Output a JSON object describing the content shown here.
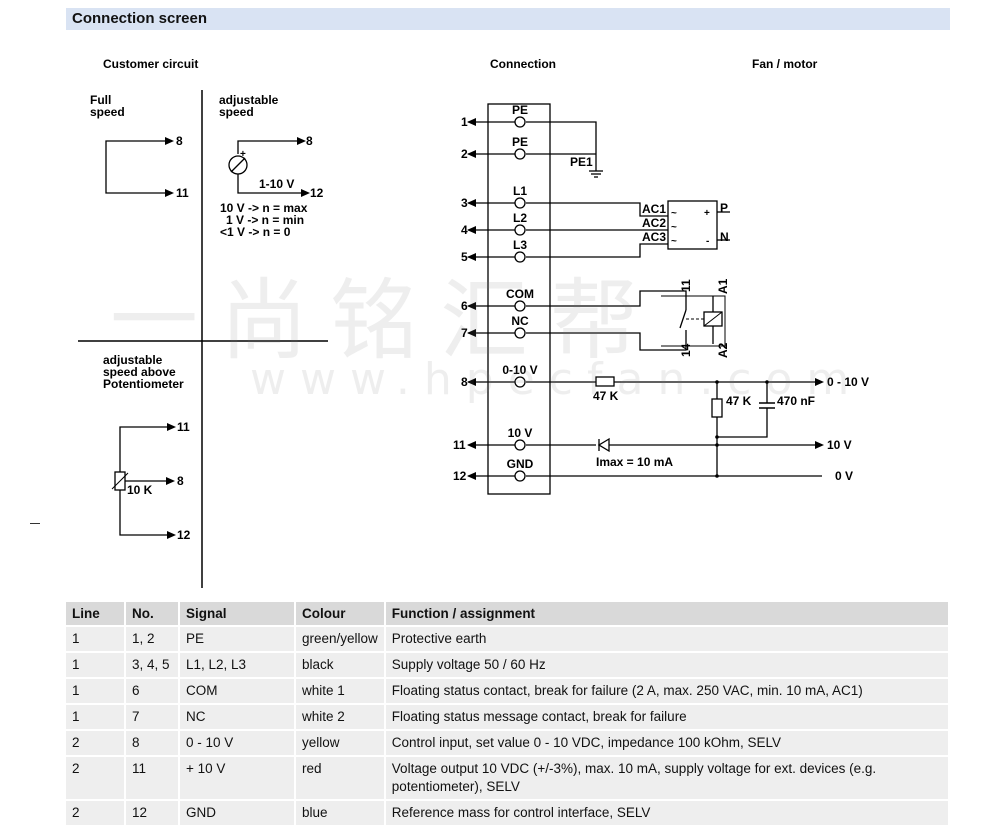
{
  "page_title": "Connection screen",
  "sections": {
    "customer_circuit": "Customer circuit",
    "connection": "Connection",
    "fan_motor": "Fan / motor"
  },
  "circuits": {
    "full_speed": {
      "label_line1": "Full",
      "label_line2": "speed",
      "terminals": [
        "8",
        "11"
      ]
    },
    "adjustable_speed": {
      "label_line1": "adjustable",
      "label_line2": "speed",
      "voltage": "1-10 V",
      "plus": "+",
      "terminals": [
        "8",
        "12"
      ],
      "notes": [
        "10 V -> n = max",
        "1 V -> n = min",
        "<1 V -> n = 0"
      ]
    },
    "potentiometer": {
      "label_line1": "adjustable",
      "label_line2": "speed above",
      "label_line3": "Potentiometer",
      "value": "10 K",
      "terminals": [
        "11",
        "8",
        "12"
      ]
    }
  },
  "connection": {
    "terminals": [
      {
        "num": "1",
        "label": "PE"
      },
      {
        "num": "2",
        "label": "PE"
      },
      {
        "num": "3",
        "label": "L1"
      },
      {
        "num": "4",
        "label": "L2"
      },
      {
        "num": "5",
        "label": "L3"
      },
      {
        "num": "6",
        "label": "COM"
      },
      {
        "num": "7",
        "label": "NC"
      },
      {
        "num": "8",
        "label": "0-10 V"
      },
      {
        "num": "11",
        "label": "10 V"
      },
      {
        "num": "12",
        "label": "GND"
      }
    ],
    "pe1": "PE1",
    "ac_labels": [
      "AC1",
      "AC2",
      "AC3"
    ],
    "rectifier": {
      "p": "P",
      "n": "N",
      "plus": "+",
      "tilde": "~",
      "minus": "-"
    },
    "relay": {
      "pin11": "11",
      "pin14": "14",
      "a1": "A1",
      "a2": "A2"
    },
    "components": {
      "r_series": "47 K",
      "r_shunt": "47 K",
      "capacitor": "470 nF",
      "imax": "Imax = 10 mA"
    },
    "outputs": [
      "0 - 10 V",
      "10 V",
      "0 V"
    ]
  },
  "watermark": {
    "chinese": "一尚铭汇帮",
    "url": "www.hpecfan.com"
  },
  "table": {
    "headers": [
      "Line",
      "No.",
      "Signal",
      "Colour",
      "Function / assignment"
    ],
    "rows": [
      [
        "1",
        "1, 2",
        "PE",
        "green/yellow",
        "Protective earth"
      ],
      [
        "1",
        "3, 4, 5",
        "L1, L2, L3",
        "black",
        "Supply voltage 50 / 60 Hz"
      ],
      [
        "1",
        "6",
        "COM",
        "white 1",
        "Floating status contact, break for failure (2 A, max. 250 VAC, min. 10 mA, AC1)"
      ],
      [
        "1",
        "7",
        "NC",
        "white 2",
        "Floating status message contact, break for failure"
      ],
      [
        "2",
        "8",
        "0 - 10 V",
        "yellow",
        "Control input, set value 0 - 10 VDC, impedance 100 kOhm, SELV"
      ],
      [
        "2",
        "11",
        "+ 10  V",
        "red",
        "Voltage output 10 VDC (+/-3%), max. 10 mA, supply voltage for ext. devices (e.g. potentiometer), SELV"
      ],
      [
        "2",
        "12",
        "GND",
        "blue",
        "Reference mass for control interface, SELV"
      ]
    ]
  }
}
